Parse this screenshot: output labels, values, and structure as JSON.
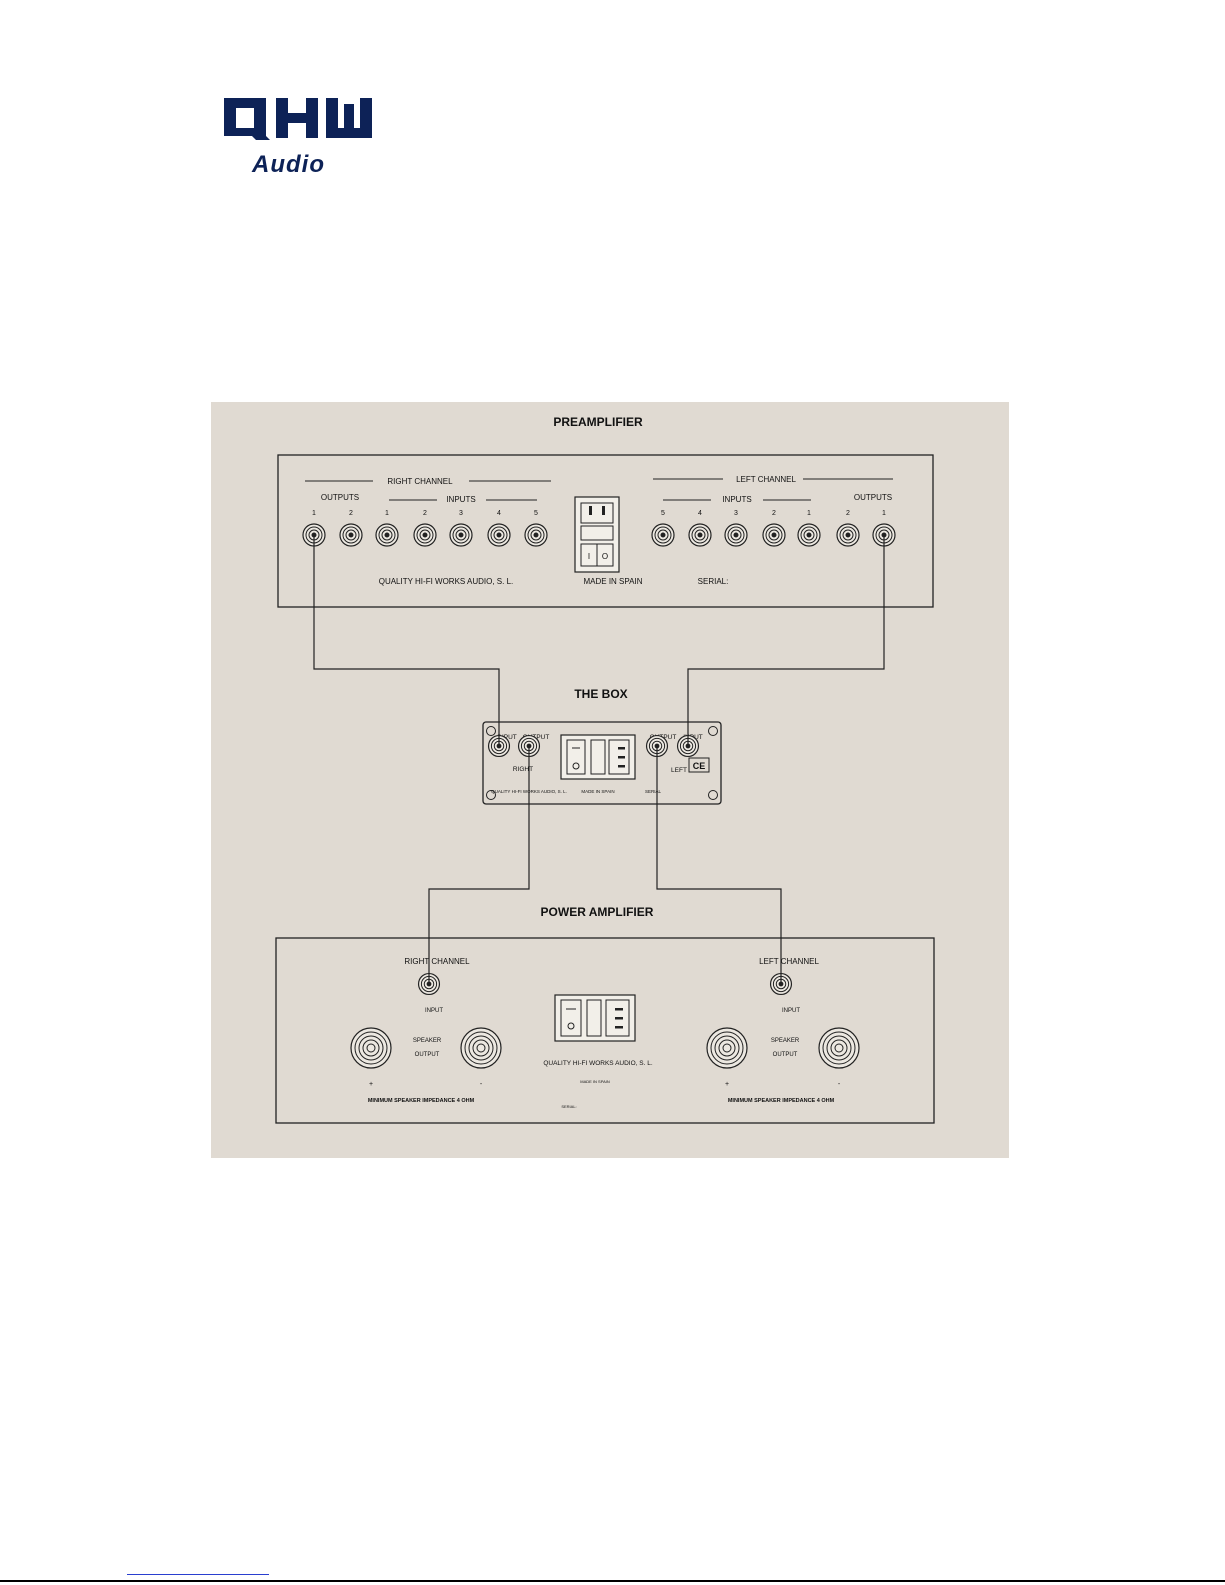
{
  "logo": {
    "brand": "QHW",
    "sub": "Audio",
    "color": "#0d2257"
  },
  "diagram": {
    "background": "#e0dad2",
    "preamp": {
      "title": "PREAMPLIFIER",
      "right_channel": "RIGHT CHANNEL",
      "left_channel": "LEFT CHANNEL",
      "outputs": "OUTPUTS",
      "inputs": "INPUTS",
      "right_output_nums": [
        "1",
        "2"
      ],
      "right_input_nums": [
        "1",
        "2",
        "3",
        "4",
        "5"
      ],
      "left_input_nums": [
        "5",
        "4",
        "3",
        "2",
        "1"
      ],
      "left_output_nums": [
        "2",
        "1"
      ],
      "company": "QUALITY HI-FI WORKS AUDIO, S. L.",
      "made_in": "MADE IN SPAIN",
      "serial": "SERIAL:",
      "switch_on": "I",
      "switch_off": "O"
    },
    "box": {
      "title": "THE BOX",
      "input": "INPUT",
      "output": "OUTPUT",
      "right": "RIGHT",
      "left": "LEFT",
      "company": "QUALITY HI-FI WORKS AUDIO, S. L.",
      "made_in": "MADE IN SPAIN",
      "serial": "SERIAL",
      "ce": "CE"
    },
    "power": {
      "title": "POWER AMPLIFIER",
      "right_channel": "RIGHT CHANNEL",
      "left_channel": "LEFT CHANNEL",
      "input": "INPUT",
      "speaker": "SPEAKER",
      "output": "OUTPUT",
      "plus": "+",
      "minus": "-",
      "impedance": "MINIMUM SPEAKER IMPEDANCE 4 OHM",
      "company": "QUALITY HI-FI WORKS AUDIO, S. L.",
      "made_in": "MADE IN SPAIN",
      "serial": "SERIAL:"
    }
  }
}
